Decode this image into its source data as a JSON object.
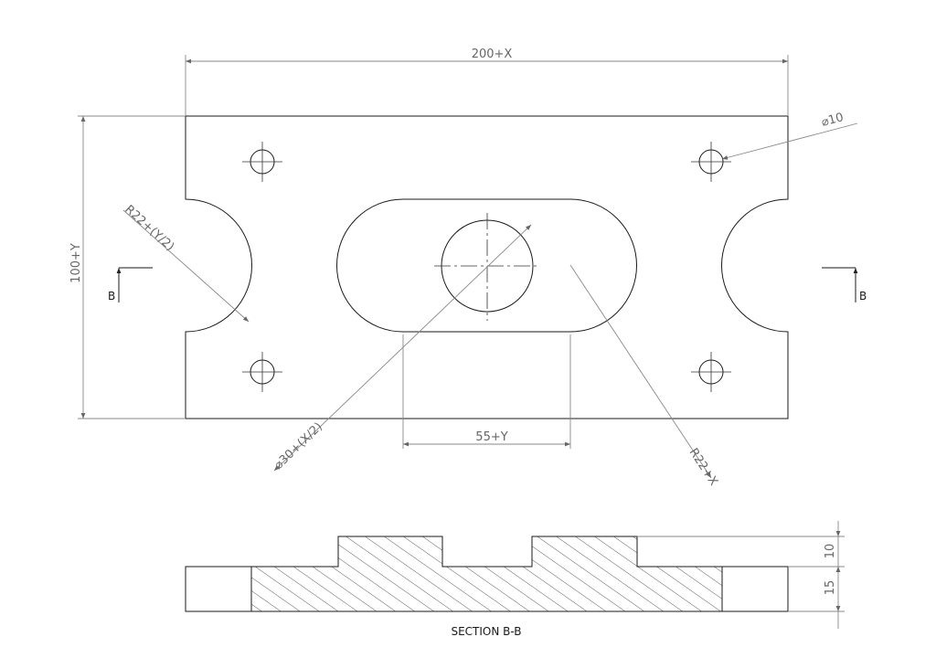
{
  "drawing": {
    "dimensions": {
      "overall_width": "200+X",
      "overall_height": "100+Y",
      "hole_diameter": "⌀10",
      "side_radius": "R22+(Y/2)",
      "center_hole": "⌀30+(X/2)",
      "slot_length": "55+Y",
      "slot_radius": "R22+X",
      "section_top_thickness": "10",
      "section_base_thickness": "15"
    },
    "section_marker_left": "B",
    "section_marker_right": "B",
    "section_title": "SECTION B-B"
  }
}
